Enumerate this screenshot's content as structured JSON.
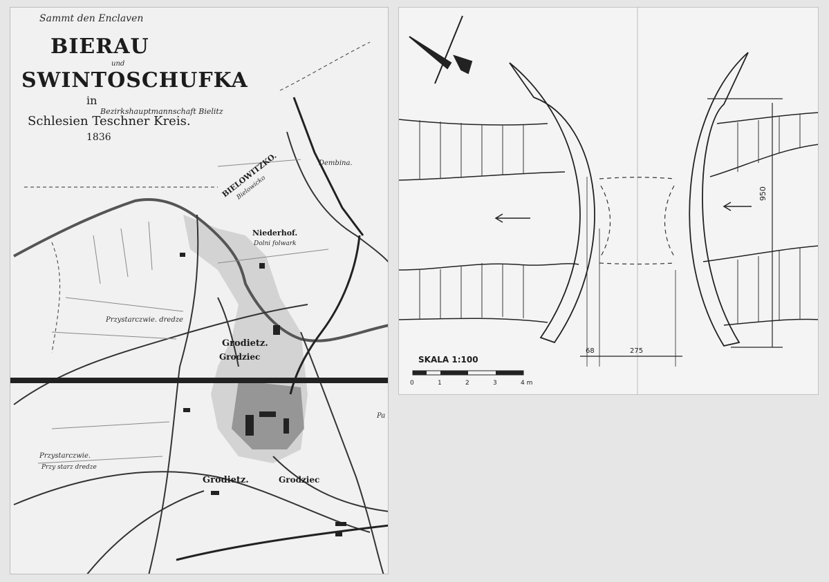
{
  "map": {
    "header_script": "Sammt den Enclaven",
    "title_line1": "BIERAU",
    "connector": "und",
    "title_line2": "SWINTOSCHUFKA",
    "in_word": "in",
    "subtitle_italic": "Bezirkshauptmannschaft Bielitz",
    "region": "Schlesien Teschner Kreis.",
    "year": "1836",
    "labels": {
      "bielowitzko": "BIELOWITZKO.",
      "bielowitzko_alt": "Bielowicko",
      "dembina": "Dembina.",
      "niederhof": "Niederhof.",
      "niederhof_alt": "Dolni folwark",
      "przystarczwie_1": "Przystarczwie. dredze",
      "grodietz_1": "Grodietz.",
      "grodziec_1": "Grodziec",
      "pa_fragment": "Pa",
      "przystarczwie_2": "Przystarczwie.",
      "przystarczwie_2_alt": "Przy starz dredze",
      "grodietz_2": "Grodietz.",
      "grodziec_2": "Grodziec"
    }
  },
  "diagram": {
    "scale_label": "SKALA 1:100",
    "scale_ticks": [
      "0",
      "1",
      "2",
      "3",
      "4 m"
    ],
    "dim_height": "950",
    "dim_left": "68",
    "dim_mid": "275"
  }
}
